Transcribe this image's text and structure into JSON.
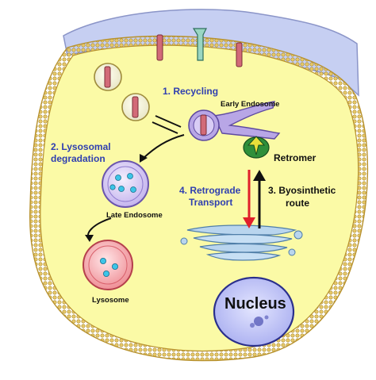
{
  "diagram": {
    "labels": {
      "recycling": "1. Recycling",
      "early_endosome": "Early Endosome",
      "lysosomal_line1": "2. Lysosomal",
      "lysosomal_line2": "degradation",
      "late_endosome": "Late Endosome",
      "lysosome": "Lysosome",
      "retromer": "Retromer",
      "retrograde_line1": "4. Retrograde",
      "retrograde_line2": "Transport",
      "byosinthetic_line1": "3. Byosinthetic",
      "byosinthetic_line2": "route",
      "nucleus": "Nucleus"
    },
    "colors": {
      "cytoplasm": "#fbfaa6",
      "membrane": "#c9a93a",
      "extracellular": "#c6cff2",
      "blue_label": "#2f3fb0",
      "arrow_red": "#e0202b",
      "arrow_black": "#111111",
      "endosome_purple": "#b8a6e6",
      "golgi_blue": "#b9d5ee",
      "nucleus": "#c9cdfa",
      "lysosome_red": "#f07a82",
      "receptor": "#d26a78"
    }
  }
}
